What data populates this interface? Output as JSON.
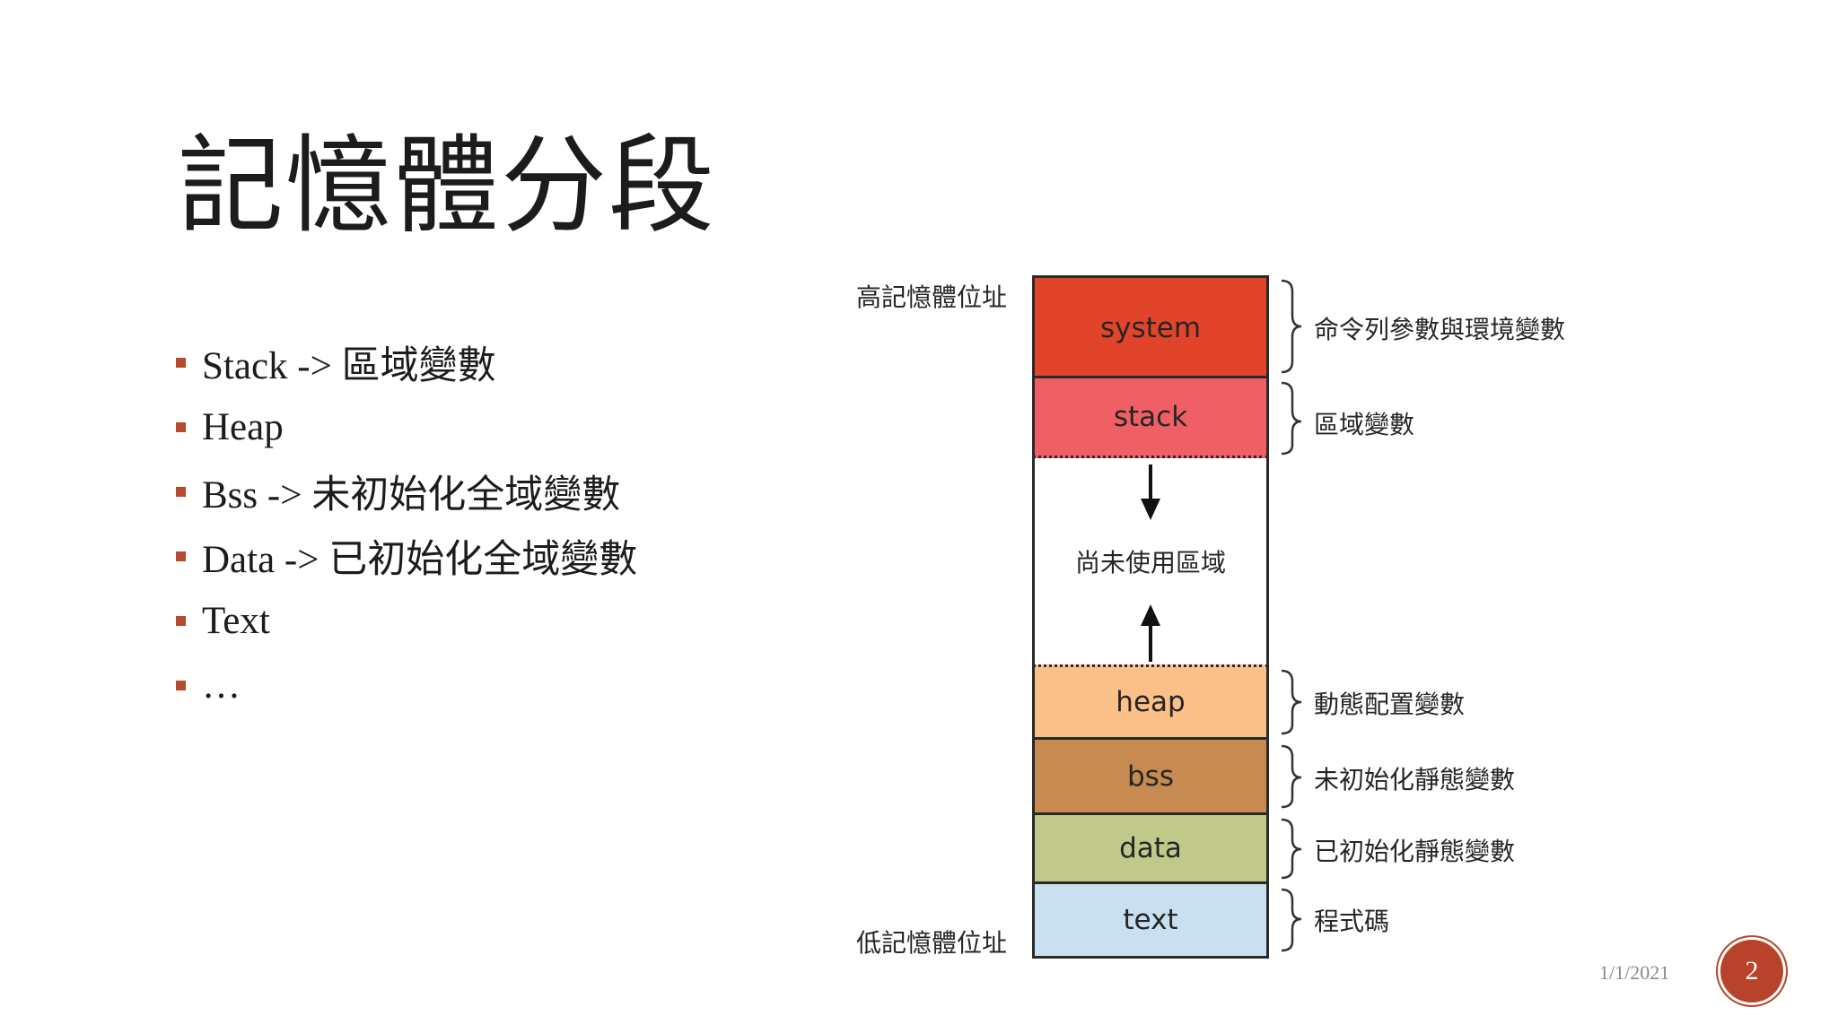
{
  "slide": {
    "title": "記憶體分段",
    "bullets": [
      "Stack -> 區域變數",
      "Heap",
      "Bss -> 未初始化全域變數",
      "Data -> 已初始化全域變數",
      "Text",
      "…"
    ],
    "date": "1/1/2021",
    "page_number": "2",
    "accent_color": "#b54a2c"
  },
  "diagram": {
    "high_address_label": "高記憶體位址",
    "low_address_label": "低記憶體位址",
    "free_area_label": "尚未使用區域",
    "segments": [
      {
        "label": "system",
        "color": "#e2442a",
        "description": "命令列參數與環境變數"
      },
      {
        "label": "stack",
        "color": "#f05f66",
        "description": "區域變數"
      },
      {
        "label": "heap",
        "color": "#fbc08a",
        "description": "動態配置變數"
      },
      {
        "label": "bss",
        "color": "#c78b52",
        "description": "未初始化靜態變數"
      },
      {
        "label": "data",
        "color": "#c0c88a",
        "description": "已初始化靜態變數"
      },
      {
        "label": "text",
        "color": "#c8e0ef",
        "description": "程式碼"
      }
    ]
  }
}
